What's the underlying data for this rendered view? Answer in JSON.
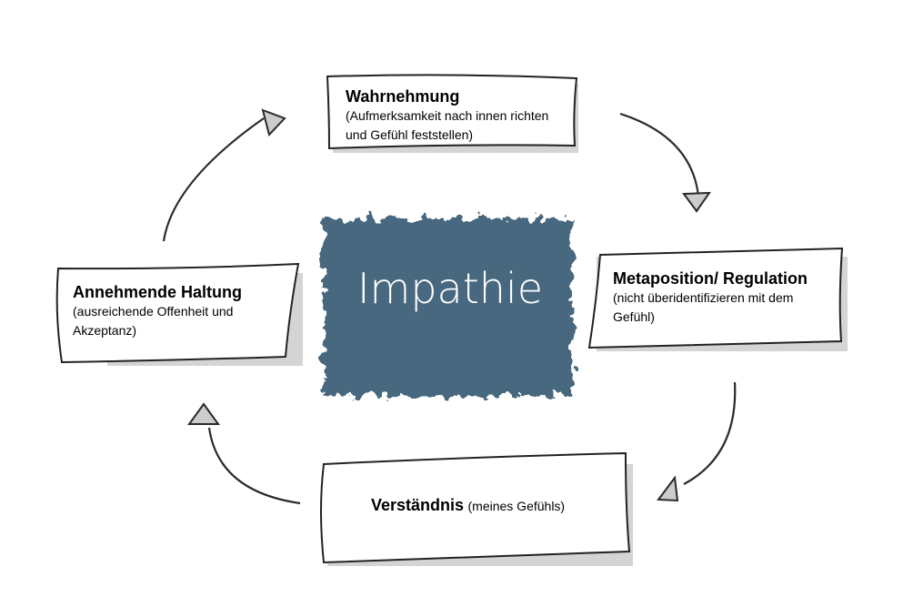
{
  "center": {
    "label": "Impathie",
    "color": "#46677f"
  },
  "steps": [
    {
      "title": "Wahrnehmung",
      "subtitle_lines": [
        "(Aufmerksamkeit nach innen richten",
        "und Gefühl feststellen)"
      ]
    },
    {
      "title": "Metaposition/ Regulation",
      "subtitle_lines": [
        "(nicht überidentifizieren mit dem",
        "Gefühl)"
      ]
    },
    {
      "title": "Verständnis",
      "subtitle": "(meines Gefühls)"
    },
    {
      "title": "Annehmende Haltung",
      "subtitle_lines": [
        "(ausreichende Offenheit und",
        "Akzeptanz)"
      ]
    }
  ]
}
